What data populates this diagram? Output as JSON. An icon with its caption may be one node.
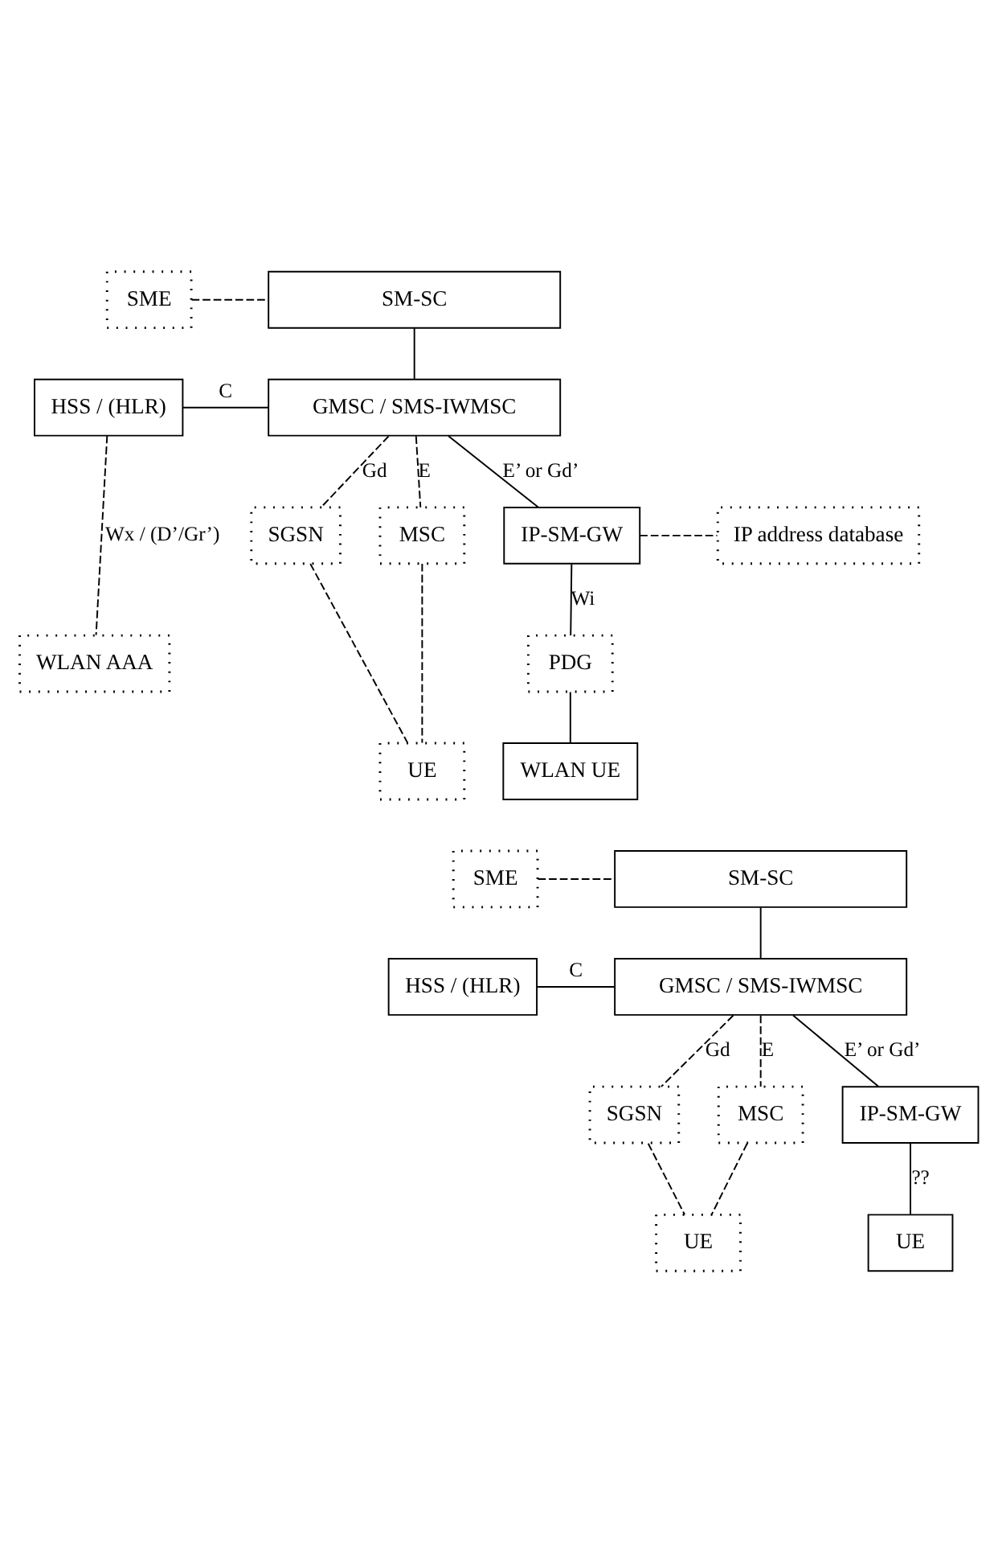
{
  "diagram": {
    "nodes": [
      {
        "text": [
          "SME"
        ]
      },
      {
        "text": [
          "SM-SC"
        ]
      },
      {
        "text": [
          "HSS / (HLR)"
        ]
      },
      {
        "text": [
          "GMSC / SMS-IWMSC"
        ]
      },
      {
        "text": [
          "MSC"
        ]
      },
      {
        "text": [
          "SGSN"
        ]
      },
      {
        "text": [
          "IP-SM-GW"
        ]
      },
      {
        "text": [
          "IP address database"
        ]
      },
      {
        "text": [
          "WLAN AAA"
        ]
      },
      {
        "text": [
          "UE"
        ]
      },
      {
        "text": [
          "PDG"
        ]
      },
      {
        "text": [
          "WLAN UE"
        ]
      },
      {
        "text": [
          "SME"
        ]
      },
      {
        "text": [
          "SM-SC"
        ]
      },
      {
        "text": [
          "HSS / (HLR)"
        ]
      },
      {
        "text": [
          "GMSC / SMS-IWMSC"
        ]
      },
      {
        "text": [
          "MSC"
        ]
      },
      {
        "text": [
          "SGSN"
        ]
      },
      {
        "text": [
          "IP-SM-GW"
        ]
      },
      {
        "text": [
          "UE"
        ]
      },
      {
        "text": [
          "UE"
        ]
      }
    ],
    "edges": [
      {
        "from": 0,
        "to": 1,
        "arrow": "none",
        "style": "dashed"
      },
      {
        "from": 1,
        "to": 3,
        "arrow": "none"
      },
      {
        "from": 2,
        "to": 3,
        "arrow": "none",
        "label": "C"
      },
      {
        "from": 3,
        "to": 4,
        "arrow": "none",
        "label": "E",
        "style": "dashed"
      },
      {
        "from": 3,
        "to": 5,
        "arrow": "none",
        "label": "Gd",
        "style": "dashed"
      },
      {
        "from": 3,
        "to": 6,
        "arrow": "none",
        "label": "E’ or Gd’"
      },
      {
        "from": 6,
        "to": 7,
        "arrow": "none",
        "style": "dashed"
      },
      {
        "from": 2,
        "to": 8,
        "arrow": "none",
        "label": "Wx / (D’/Gr’)",
        "style": "dashed"
      },
      {
        "from": 4,
        "to": 9,
        "arrow": "none",
        "style": "dashed"
      },
      {
        "from": 5,
        "to": 9,
        "arrow": "none",
        "style": "dashed"
      },
      {
        "from": 6,
        "to": 10,
        "arrow": "none",
        "label": "Wi"
      },
      {
        "from": 10,
        "to": 11,
        "arrow": "none"
      },
      {
        "from": 12,
        "to": 13,
        "arrow": "none",
        "style": "dashed"
      },
      {
        "from": 13,
        "to": 15,
        "arrow": "none"
      },
      {
        "from": 14,
        "to": 15,
        "arrow": "none",
        "label": "C"
      },
      {
        "from": 15,
        "to": 16,
        "arrow": "none",
        "label": "E",
        "style": "dashed"
      },
      {
        "from": 15,
        "to": 17,
        "arrow": "none",
        "label": "Gd",
        "style": "dashed"
      },
      {
        "from": 15,
        "to": 18,
        "arrow": "none",
        "label": "E’ or Gd’"
      },
      {
        "from": 16,
        "to": 19,
        "arrow": "none",
        "style": "dashed"
      },
      {
        "from": 17,
        "to": 19,
        "arrow": "none",
        "style": "dashed"
      },
      {
        "from": 18,
        "to": 20,
        "arrow": "none",
        "label": "??"
      }
    ]
  }
}
